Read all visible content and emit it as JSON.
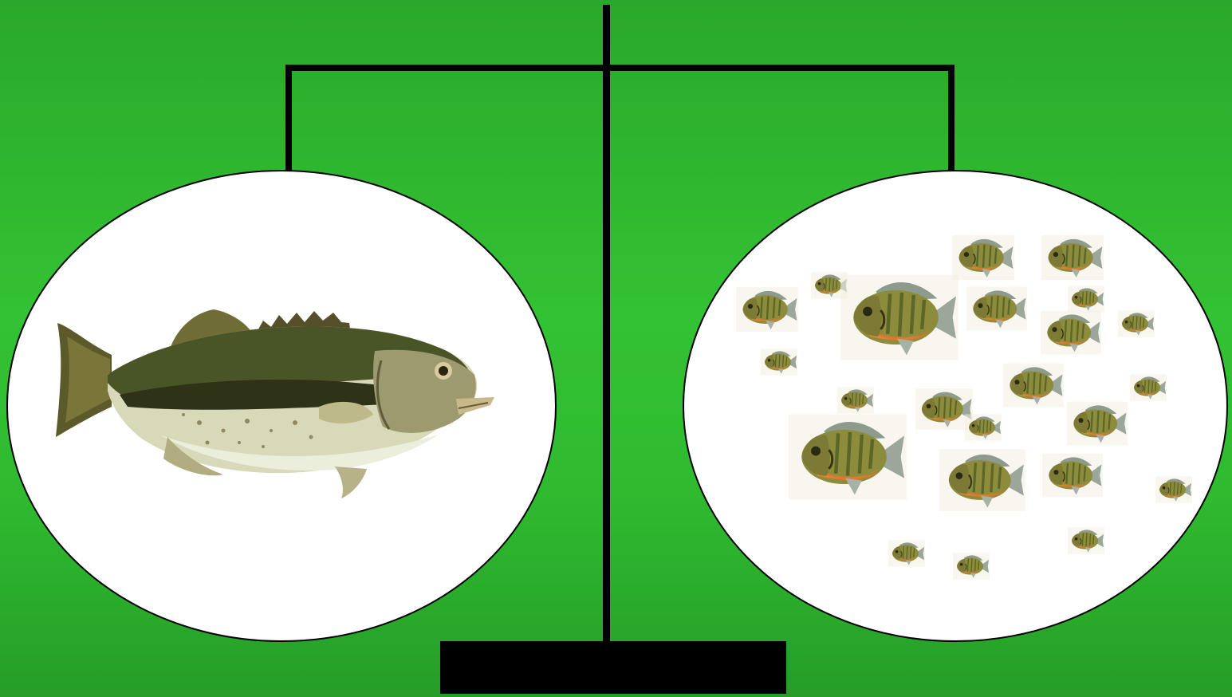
{
  "scene": {
    "background_color": "#2fbb30",
    "scale_color": "#000000",
    "pan_color": "#ffffff"
  },
  "left_pan": {
    "content": "largemouth-bass",
    "count": 1
  },
  "right_pan": {
    "content": "bluegill",
    "count": 23
  }
}
